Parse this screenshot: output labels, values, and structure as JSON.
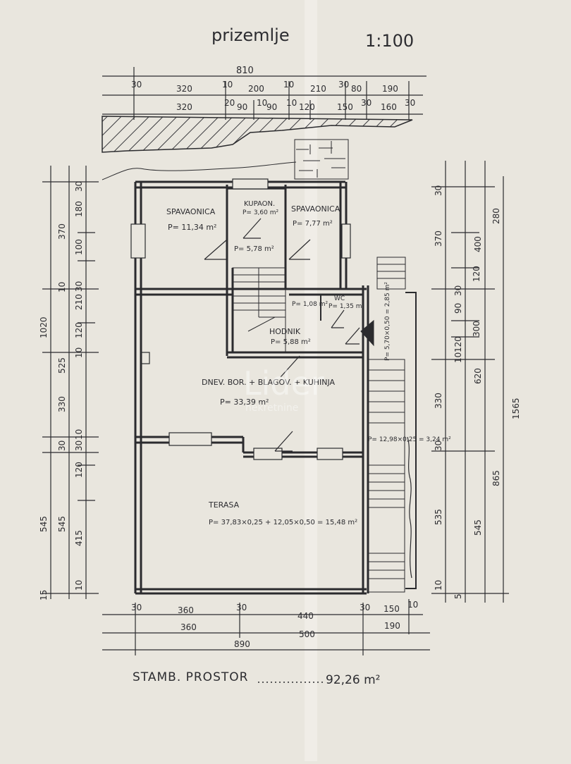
{
  "header": {
    "title": "prizemlje",
    "scale": "1:100"
  },
  "dims_top": {
    "total": "810",
    "row1": [
      "30",
      "320",
      "10",
      "200",
      "10",
      "210",
      "30",
      "80",
      "190"
    ],
    "row2": [
      "320",
      "20",
      "90",
      "10",
      "90",
      "10",
      "120",
      "150",
      "30",
      "160",
      "30"
    ]
  },
  "dims_left": {
    "total": "1020",
    "outer": [
      "525",
      "545"
    ],
    "mid": [
      "370",
      "10",
      "330",
      "30",
      "545"
    ],
    "inner": [
      "30",
      "180",
      "100",
      "30",
      "210",
      "10",
      "120",
      "10",
      "30",
      "120",
      "415",
      "10",
      "15"
    ]
  },
  "dims_right": {
    "total": "1565",
    "outer": [
      "865"
    ],
    "mid": [
      "400",
      "620",
      "545"
    ],
    "inner": [
      "30",
      "370",
      "330",
      "30",
      "535",
      "10",
      "5"
    ],
    "inner2": [
      "280",
      "120",
      "300",
      "90",
      "120",
      "10",
      "30"
    ]
  },
  "dims_bottom": {
    "row1": [
      "30",
      "360",
      "30",
      "440",
      "30",
      "150",
      "10"
    ],
    "row2": [
      "360",
      "500",
      "190"
    ],
    "total": "890"
  },
  "rooms": [
    {
      "name": "SPAVAONICA",
      "area": "P= 11,34 m²"
    },
    {
      "name": "KUPAON.",
      "area": "P= 3,60 m²"
    },
    {
      "name": "SPAVAONICA",
      "area": "P= 7,77 m²"
    },
    {
      "name": "",
      "area": "P= 5,78 m²"
    },
    {
      "name": "",
      "area": "P= 1,08 m²"
    },
    {
      "name": "WC",
      "area": "P= 1,35 m²"
    },
    {
      "name": "HODNIK",
      "area": "P= 5,88 m²"
    },
    {
      "name": "DNEV. BOR. + BLAGOV. + KUHINJA",
      "area": "P= 33,39 m²"
    },
    {
      "name": "TERASA",
      "area": "P= 37,83×0,25 + 12,05×0,50 = 15,48 m²"
    }
  ],
  "stair_labels": {
    "upper": "P= 5,70×0,50 = 2,85 m²",
    "lower": "P= 12,98×0,25 = 3,24 m²"
  },
  "footer": {
    "label": "STAMB. PROSTOR",
    "value": "92,26 m²"
  },
  "watermark": {
    "line1": "Lider",
    "line2": "nekretnine"
  },
  "colors": {
    "paper": "#e9e6de",
    "ink": "#2b2b2e",
    "hatch": "#3a3a3e"
  }
}
